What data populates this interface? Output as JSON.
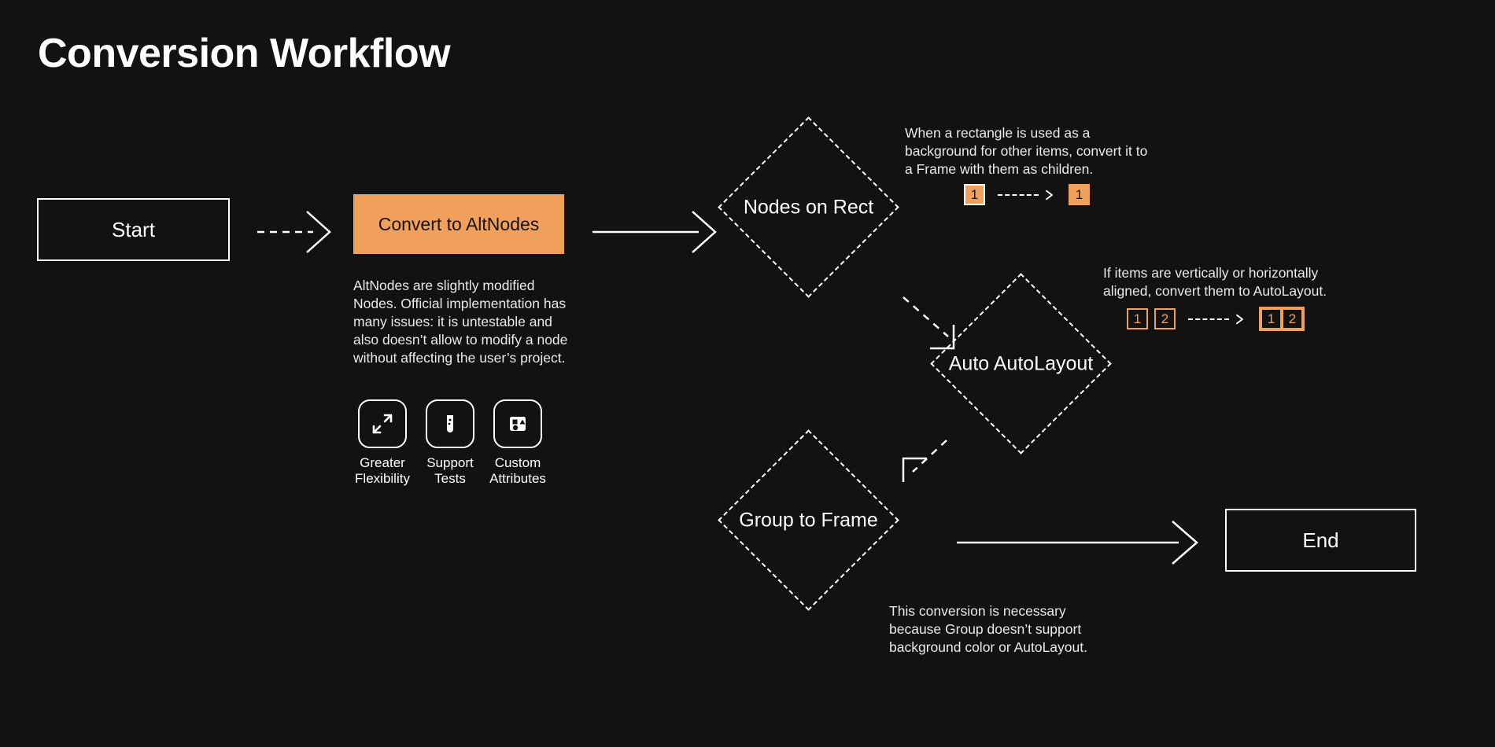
{
  "page": {
    "title": "Conversion Workflow",
    "background_color": "#121212",
    "accent_color": "#F0A05A",
    "text_color": "#ffffff"
  },
  "nodes": {
    "start": {
      "label": "Start",
      "shape": "rectangle"
    },
    "convert": {
      "label": "Convert to AltNodes",
      "shape": "rectangle",
      "fill": "#F0A05A"
    },
    "nodes_on_rect": {
      "label": "Nodes on Rect",
      "shape": "diamond"
    },
    "auto_autolayout": {
      "label": "Auto AutoLayout",
      "shape": "diamond"
    },
    "group_to_frame": {
      "label": "Group to Frame",
      "shape": "diamond"
    },
    "end": {
      "label": "End",
      "shape": "rectangle"
    }
  },
  "convert_description": "AltNodes are slightly modified Nodes. Official implementation has many issues: it is untestable and also doesn’t allow to modify a node without affecting the user’s project.",
  "features": [
    {
      "icon": "expand-arrows-icon",
      "label": "Greater\nFlexibility"
    },
    {
      "icon": "test-tube-icon",
      "label": "Support\nTests"
    },
    {
      "icon": "shapes-icon",
      "label": "Custom\nAttributes"
    }
  ],
  "annotations": [
    {
      "id": "nodes-on-rect-note",
      "text": "When a rectangle is used as a background for other items, convert it to a Frame with them as children.",
      "before": [
        {
          "number": "1",
          "style": "filled-outlined"
        }
      ],
      "after": [
        {
          "number": "1",
          "style": "filled"
        }
      ]
    },
    {
      "id": "auto-autolayout-note",
      "text": "If items are vertically or horizontally aligned, convert them to AutoLayout.",
      "before": [
        {
          "number": "1",
          "style": "outlined"
        },
        {
          "number": "2",
          "style": "outlined"
        }
      ],
      "after": [
        {
          "number": "1",
          "style": "outlined"
        },
        {
          "number": "2",
          "style": "outlined"
        }
      ],
      "after_grouped": true
    },
    {
      "id": "group-to-frame-note",
      "text": "This conversion is necessary because Group doesn’t support background color or AutoLayout."
    }
  ],
  "connectors": [
    {
      "from": "start",
      "to": "convert",
      "style": "dashed"
    },
    {
      "from": "convert",
      "to": "nodes_on_rect",
      "style": "solid"
    },
    {
      "from": "nodes_on_rect",
      "to": "auto_autolayout",
      "style": "dashed-elbow"
    },
    {
      "from": "auto_autolayout",
      "to": "group_to_frame",
      "style": "dashed-elbow"
    },
    {
      "from": "group_to_frame",
      "to": "end",
      "style": "solid"
    }
  ]
}
